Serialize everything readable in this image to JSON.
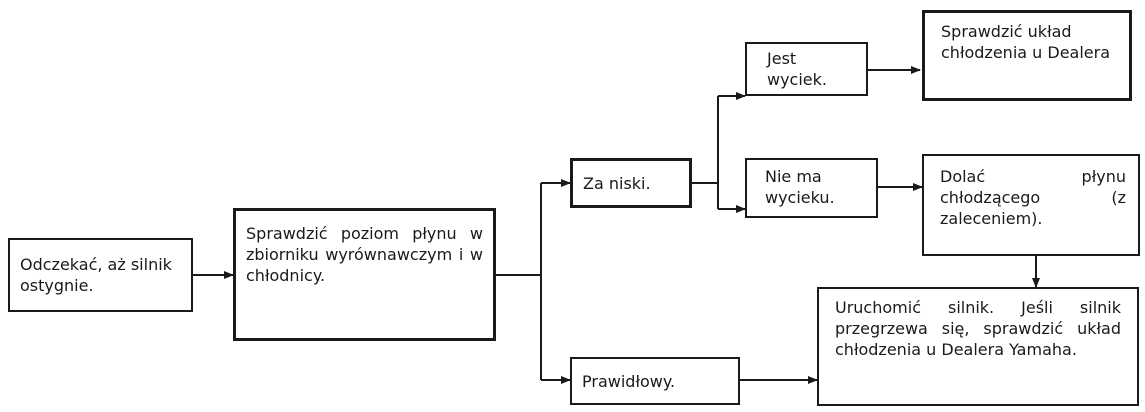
{
  "diagram": {
    "nodes": {
      "cool_down": "Odczekać, aż silnik ostygnie.",
      "check_level": "Sprawdzić poziom płynu w zbiorniku wyrównawczym i w chłodnicy.",
      "too_low": "Za niski.",
      "correct": "Prawidłowy.",
      "leak": "Jest wyciek.",
      "no_leak": "Nie ma wycieku.",
      "check_dealer": "Sprawdzić układ chłodzenia u Dealera",
      "add_coolant": "Dolać płynu chłodzącego (z zaleceniem).",
      "start_engine": "Uruchomić silnik. Jeśli silnik przegrzewa się, sprawdzić układ chłodzenia u Dealera Yamaha."
    },
    "colors": {
      "line": "#1a1a1a",
      "background": "#ffffff"
    }
  }
}
